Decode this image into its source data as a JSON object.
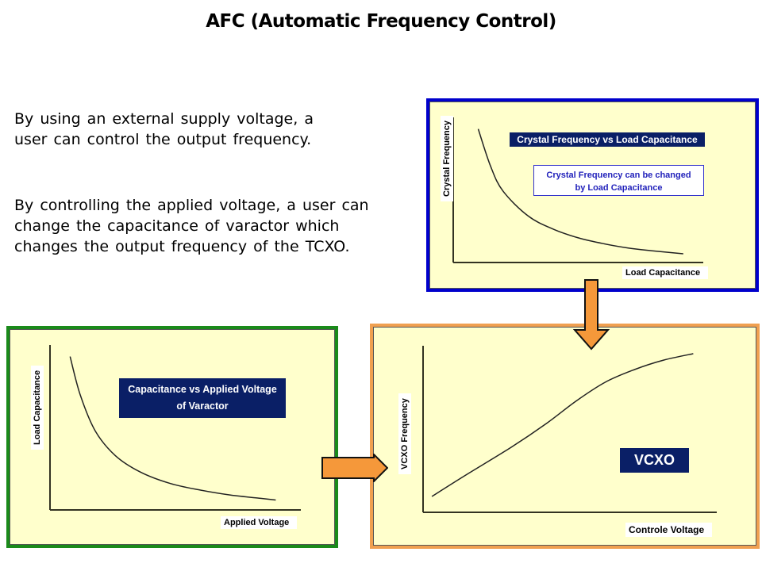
{
  "slide": {
    "title": "AFC (Automatic Frequency Control)",
    "paragraphs": [
      "By using an external supply voltage, a\nuser can control the output frequency.",
      "By controlling the applied voltage, a user can\nchange the capacitance of varactor which\nchanges the output frequency of the TCXO."
    ]
  },
  "colors": {
    "panel_background": "#ffffcc",
    "crystal_border": "#0000cc",
    "varactor_border": "#1a8a1a",
    "vcxo_border": "#f0a050",
    "arrow_fill": "#f5983a",
    "label_box": "#0a1f66",
    "note_text": "#2222bb"
  },
  "crystal_panel": {
    "title": "Crystal Frequency vs Load Capacitance",
    "note_line1": "Crystal Frequency can be changed",
    "note_line2": "by Load Capacitance",
    "ylabel": "Crystal Frequency",
    "xlabel": "Load Capacitance"
  },
  "varactor_panel": {
    "title_line1": "Capacitance vs Applied Voltage",
    "title_line2": "of Varactor",
    "ylabel": "Load Capacitance",
    "xlabel": "Applied Voltage"
  },
  "vcxo_panel": {
    "badge": "VCXO",
    "ylabel": "VCXO Frequency",
    "xlabel": "Controle Voltage"
  },
  "arrows": [
    {
      "from": "crystal_panel",
      "to": "vcxo_panel",
      "direction": "down"
    },
    {
      "from": "varactor_panel",
      "to": "vcxo_panel",
      "direction": "right"
    }
  ],
  "chart_data": [
    {
      "type": "line",
      "title": "Crystal Frequency vs Load Capacitance",
      "xlabel": "Load Capacitance",
      "ylabel": "Crystal Frequency",
      "shape": "decreasing hyperbolic",
      "x": [
        0.1,
        0.15,
        0.2,
        0.3,
        0.4,
        0.5,
        0.6,
        0.7,
        0.8,
        0.92
      ],
      "y": [
        0.92,
        0.66,
        0.49,
        0.32,
        0.23,
        0.17,
        0.13,
        0.1,
        0.08,
        0.06
      ],
      "xlim": [
        0,
        1
      ],
      "ylim": [
        0,
        1
      ],
      "grid": false
    },
    {
      "type": "line",
      "title": "Capacitance vs Applied Voltage of Varactor",
      "xlabel": "Applied Voltage",
      "ylabel": "Load Capacitance",
      "shape": "decreasing hyperbolic",
      "x": [
        0.08,
        0.12,
        0.18,
        0.26,
        0.36,
        0.48,
        0.6,
        0.72,
        0.84,
        0.9
      ],
      "y": [
        0.93,
        0.7,
        0.48,
        0.33,
        0.23,
        0.16,
        0.12,
        0.09,
        0.07,
        0.06
      ],
      "xlim": [
        0,
        1
      ],
      "ylim": [
        0,
        1
      ],
      "grid": false
    },
    {
      "type": "line",
      "title": "VCXO",
      "xlabel": "Controle Voltage",
      "ylabel": "VCXO Frequency",
      "shape": "increasing S-curve",
      "x": [
        0.03,
        0.15,
        0.3,
        0.42,
        0.52,
        0.62,
        0.72,
        0.82,
        0.92
      ],
      "y": [
        0.1,
        0.24,
        0.41,
        0.56,
        0.7,
        0.82,
        0.9,
        0.96,
        1.0
      ],
      "xlim": [
        0,
        1
      ],
      "ylim": [
        0,
        1.05
      ],
      "grid": false
    }
  ]
}
